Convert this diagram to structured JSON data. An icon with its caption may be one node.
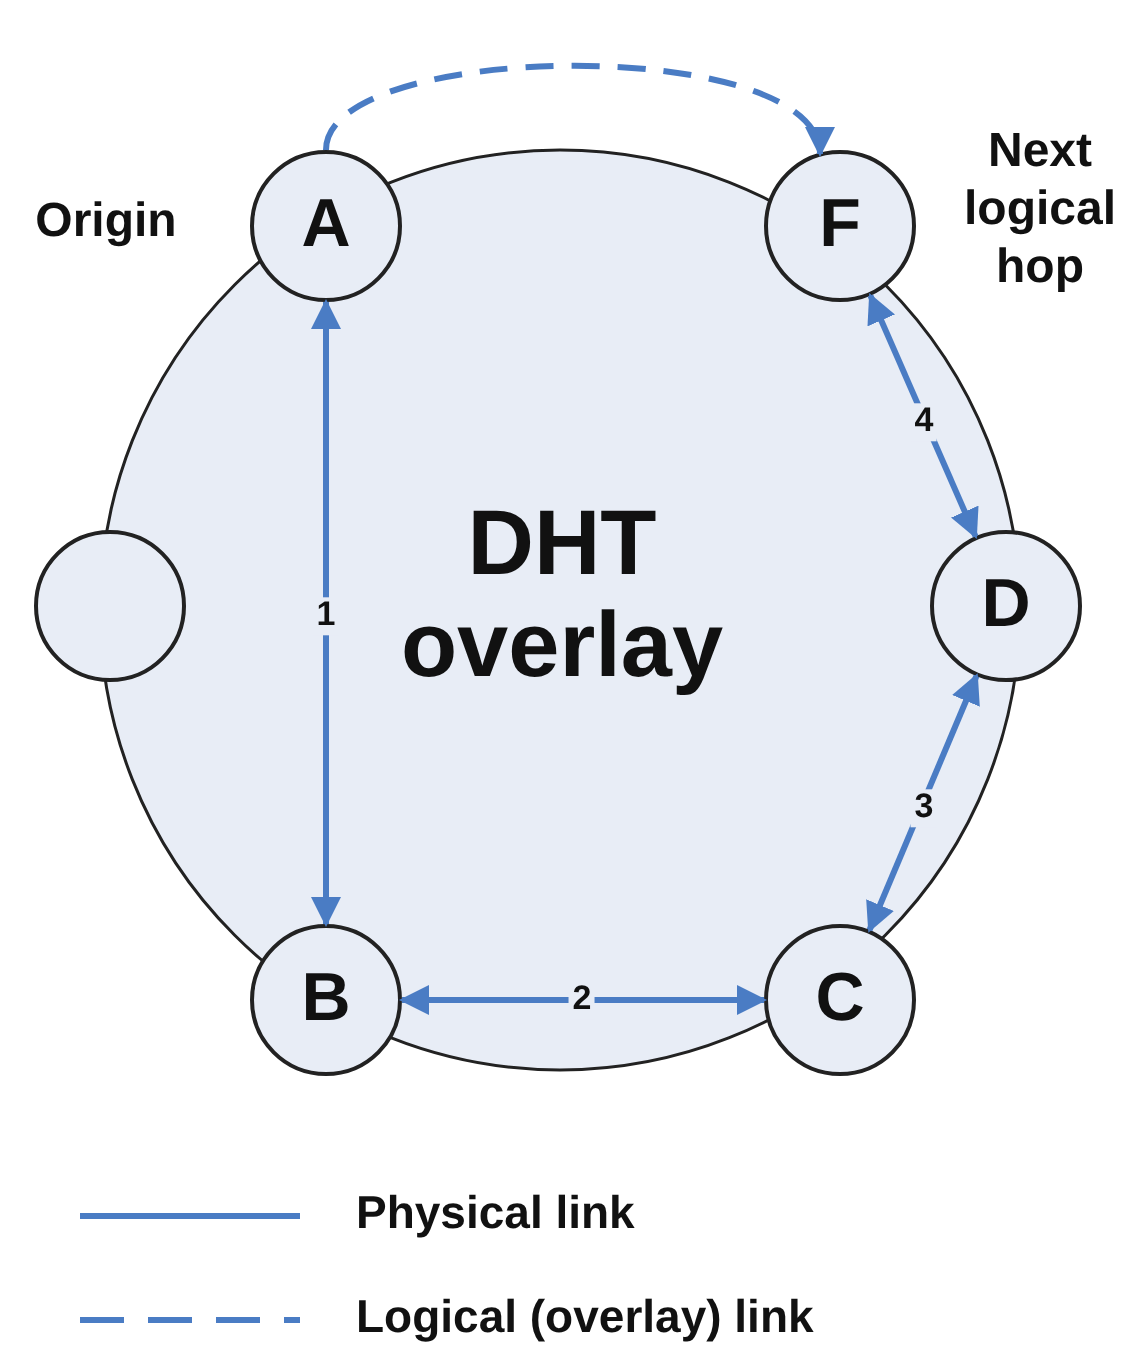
{
  "diagram": {
    "nodes": [
      {
        "text": [
          "DHT overlay"
        ]
      },
      {
        "text": [
          "A"
        ],
        "in": 0
      },
      {
        "text": [
          "F"
        ],
        "in": 0
      },
      {
        "text": [],
        "shape": "circle",
        "in": 0
      },
      {
        "text": [
          "D"
        ],
        "in": 0
      },
      {
        "text": [
          "B"
        ],
        "in": 0
      },
      {
        "text": [
          "C"
        ],
        "in": 0
      }
    ],
    "edges": [
      {
        "from": 1,
        "to": 5,
        "arrow": "both",
        "label": "1"
      },
      {
        "from": 5,
        "to": 6,
        "arrow": "both",
        "label": "2"
      },
      {
        "from": 6,
        "to": 4,
        "arrow": "both",
        "label": "3"
      },
      {
        "from": 4,
        "to": 2,
        "arrow": "both",
        "label": "4"
      },
      {
        "from": 1,
        "to": 2,
        "arrow": "to",
        "style": "dashed"
      }
    ],
    "labels": [
      "Origin",
      "Next logical hop"
    ],
    "legend": [
      {
        "text": "Physical link"
      },
      {
        "text": "Logical (overlay) link"
      }
    ]
  }
}
